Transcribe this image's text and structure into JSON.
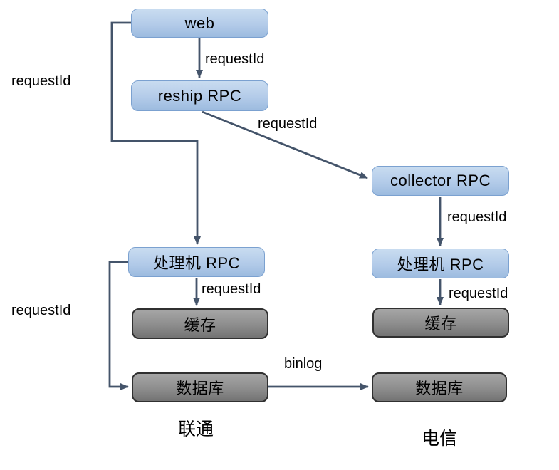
{
  "diagram": {
    "nodes": {
      "web": "web",
      "reship": "reship RPC",
      "collector": "collector RPC",
      "processor_left": "处理机 RPC",
      "processor_right": "处理机 RPC",
      "cache_left": "缓存",
      "cache_right": "缓存",
      "db_left": "数据库",
      "db_right": "数据库"
    },
    "edges": {
      "web_to_reship": "requestId",
      "web_to_processor_left": "requestId",
      "reship_to_collector": "requestId",
      "collector_to_processor_right": "requestId",
      "processor_left_to_cache_left": "requestId",
      "processor_right_to_cache_right": "requestId",
      "processor_left_to_db_left": "requestId",
      "db_left_to_db_right": "binlog"
    },
    "regions": {
      "left": "联通",
      "right": "电信"
    },
    "colors": {
      "background": "#ffffff",
      "arrow": "#44546a",
      "node_blue_fill_top": "#c9dcf0",
      "node_blue_fill_bottom": "#9cbbdf",
      "node_blue_border": "#7ba1d0",
      "node_gray_fill_top": "#a6a6a6",
      "node_gray_fill_bottom": "#737373",
      "node_gray_border": "#303030",
      "text": "#000000"
    }
  }
}
